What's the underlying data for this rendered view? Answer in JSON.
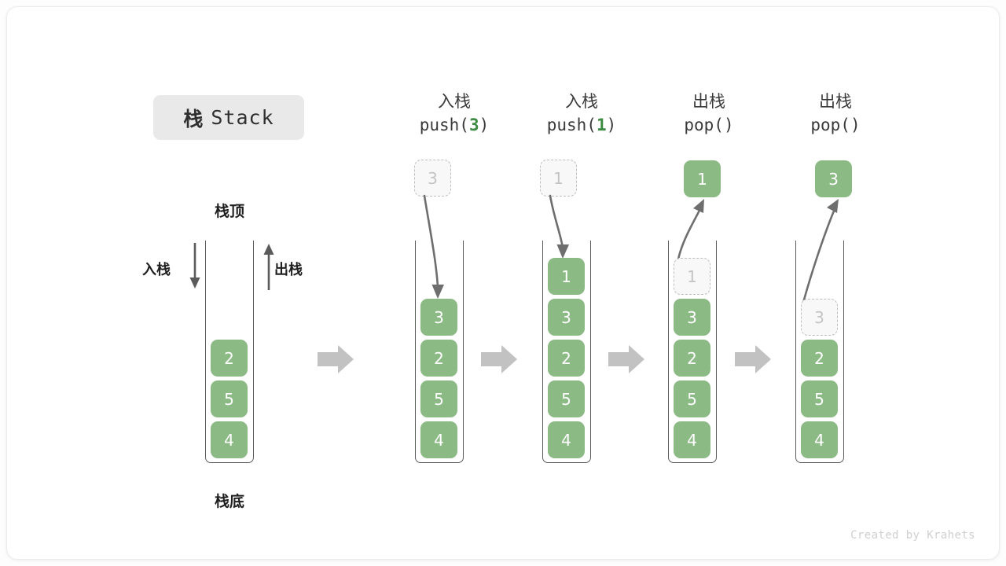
{
  "card": {
    "title_cn": "栈",
    "title_en": "Stack",
    "top_label": "栈顶",
    "bottom_label": "栈底",
    "push_side_label": "入栈",
    "pop_side_label": "出栈",
    "footer": "Created by Krahets"
  },
  "colors": {
    "element_green": "#8cba85",
    "accent_green": "#3c8b42",
    "ghost_fill": "#f8f8f8",
    "ghost_border": "#bdbdbd",
    "ghost_text": "#c4c4c4",
    "frame_stroke": "#5a5a5a",
    "transition_arrow": "#c2c2c2",
    "curve_arrow": "#6e6e6e",
    "badge_bg": "#e9e9e9",
    "card_bg": "#ffffff"
  },
  "columns": [
    {
      "id": "initial",
      "header_cn": "",
      "header_op": "",
      "header_op_value": "",
      "stack": [
        "2",
        "5",
        "4"
      ],
      "ghost_index": -1,
      "floating": null
    },
    {
      "id": "push-3",
      "header_cn": "入栈",
      "header_op_prefix": "push(",
      "header_op_value": "3",
      "header_op_suffix": ")",
      "stack": [
        "3",
        "2",
        "5",
        "4"
      ],
      "ghost_index": -1,
      "floating": {
        "value": "3",
        "style": "ghost",
        "arrow": "down"
      }
    },
    {
      "id": "push-1",
      "header_cn": "入栈",
      "header_op_prefix": "push(",
      "header_op_value": "1",
      "header_op_suffix": ")",
      "stack": [
        "1",
        "3",
        "2",
        "5",
        "4"
      ],
      "ghost_index": -1,
      "floating": {
        "value": "1",
        "style": "ghost",
        "arrow": "down"
      }
    },
    {
      "id": "pop-1",
      "header_cn": "出栈",
      "header_op_prefix": "pop(",
      "header_op_value": "",
      "header_op_suffix": ")",
      "stack": [
        "1",
        "3",
        "2",
        "5",
        "4"
      ],
      "ghost_index": 0,
      "floating": {
        "value": "1",
        "style": "filled",
        "arrow": "up"
      }
    },
    {
      "id": "pop-3",
      "header_cn": "出栈",
      "header_op_prefix": "pop(",
      "header_op_value": "",
      "header_op_suffix": ")",
      "stack": [
        "3",
        "2",
        "5",
        "4"
      ],
      "ghost_index": 0,
      "floating": {
        "value": "3",
        "style": "filled",
        "arrow": "up"
      }
    }
  ],
  "transition_arrows": 4
}
